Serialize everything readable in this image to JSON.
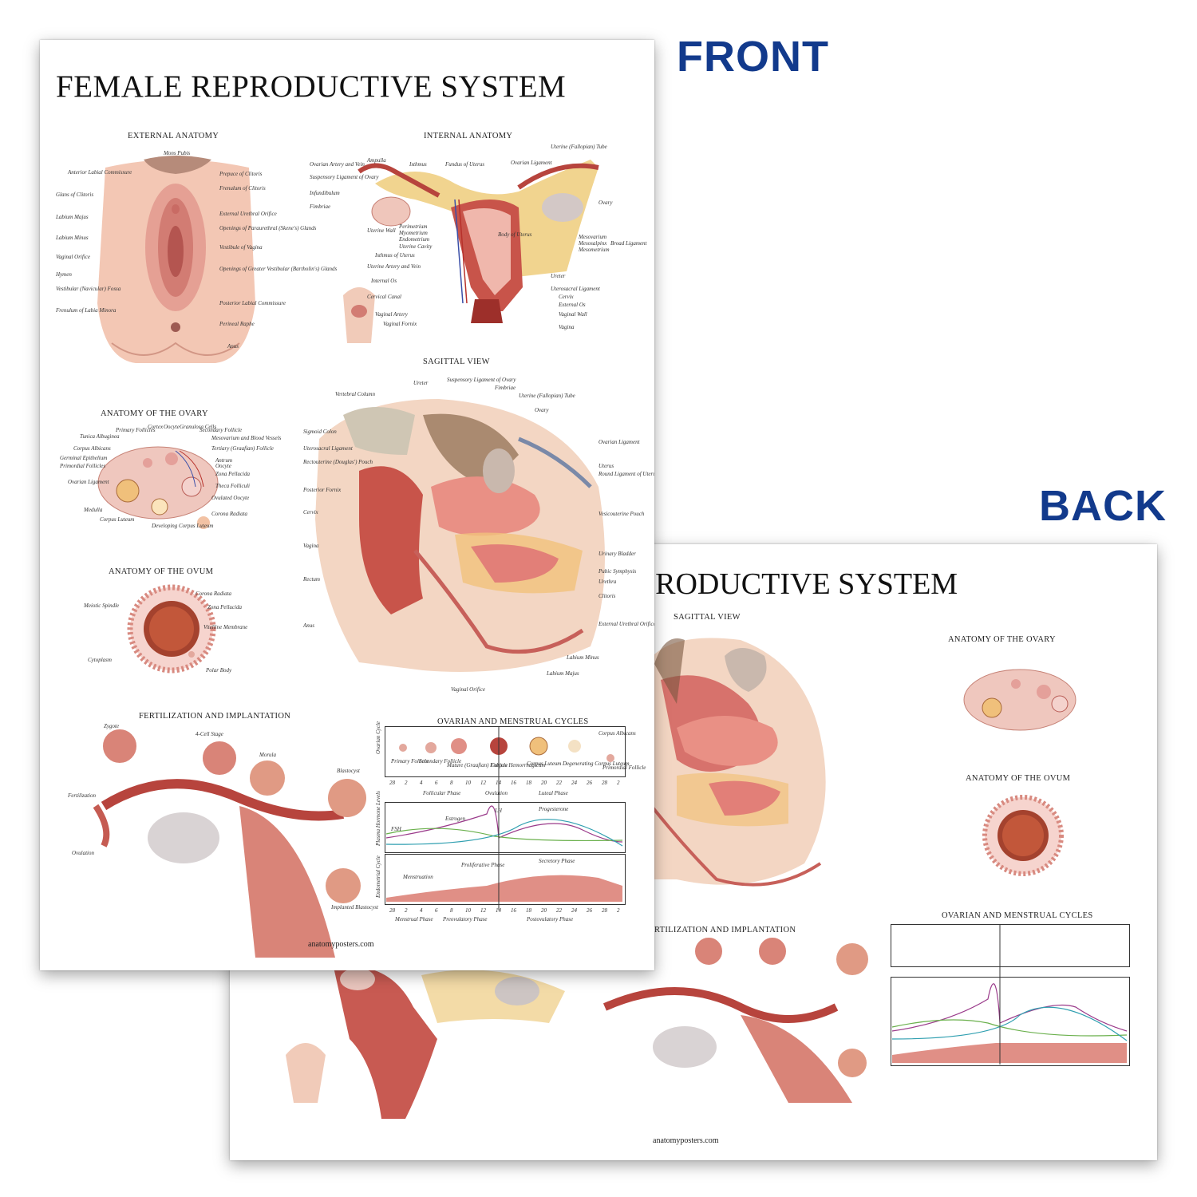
{
  "labels": {
    "front": "FRONT",
    "back": "BACK"
  },
  "front": {
    "title": "FEMALE REPRODUCTIVE SYSTEM",
    "sections": {
      "external": "EXTERNAL ANATOMY",
      "internal": "INTERNAL ANATOMY",
      "ovary": "ANATOMY OF THE OVARY",
      "sagittal": "SAGITTAL VIEW",
      "ovum": "ANATOMY OF THE OVUM",
      "fert": "FERTILIZATION AND IMPLANTATION",
      "cycles": "OVARIAN AND MENSTRUAL CYCLES"
    },
    "external_labels": [
      "Mons Pubis",
      "Anterior Labial Commissure",
      "Prepuce of Clitoris",
      "Frenulum of Clitoris",
      "Glans of Clitoris",
      "Labium Majus",
      "External Urethral Orifice",
      "Openings of Paraurethral (Skene's) Glands",
      "Labium Minus",
      "Vestibule of Vagina",
      "Vaginal Orifice",
      "Hymen",
      "Openings of Greater Vestibular (Bartholin's) Glands",
      "Vestibular (Navicular) Fossa",
      "Posterior Labial Commissure",
      "Frenulum of Labia Minora",
      "Perineal Raphe",
      "Anus"
    ],
    "internal_labels": [
      "Ovarian Artery and Vein",
      "Ampulla",
      "Isthmus",
      "Fundus of Uterus",
      "Uterine (Fallopian) Tube",
      "Ovarian Ligament",
      "Suspensory Ligament of Ovary",
      "Infundibulum",
      "Fimbriae",
      "Body of Uterus",
      "Ovary",
      "Perimetrium",
      "Myometrium",
      "Endometrium",
      "Uterine Wall",
      "Uterine Cavity",
      "Mesovarium",
      "Mesosalpinx",
      "Mesometrium",
      "Broad Ligament",
      "Isthmus of Uterus",
      "Uterine Artery and Vein",
      "Internal Os",
      "Ureter",
      "Uterosacral Ligament",
      "Cervical Canal",
      "Cervix",
      "External Os",
      "Vaginal Artery",
      "Vaginal Wall",
      "Vaginal Fornix",
      "Vagina"
    ],
    "ovary_labels": [
      "Primary Follicles",
      "Cortex",
      "Oocyte",
      "Granulosa Cells",
      "Secondary Follicle",
      "Tunica Albuginea",
      "Mesovarium and Blood Vessels",
      "Corpus Albicans",
      "Tertiary (Graafian) Follicle",
      "Germinal Epithelium",
      "Antrum",
      "Primordial Follicles",
      "Oocyte",
      "Zona Pellucida",
      "Ovarian Ligament",
      "Theca Folliculi",
      "Medulla",
      "Ovulated Oocyte",
      "Corpus Luteum",
      "Corona Radiata",
      "Developing Corpus Luteum"
    ],
    "sagittal_labels": [
      "Suspensory Ligament of Ovary",
      "Ureter",
      "Fimbriae",
      "Vertebral Column",
      "Uterine (Fallopian) Tube",
      "Ovary",
      "Sigmoid Colon",
      "Uterosacral Ligament",
      "Ovarian Ligament",
      "Rectouterine (Douglas') Pouch",
      "Uterus",
      "Round Ligament of Uterus",
      "Posterior Fornix",
      "Vesicouterine Pouch",
      "Cervix",
      "Urinary Bladder",
      "Vagina",
      "Pubic Symphysis",
      "Rectum",
      "Urethra",
      "Clitoris",
      "Anus",
      "External Urethral Orifice",
      "Labium Minus",
      "Vaginal Orifice",
      "Labium Majus"
    ],
    "ovum_labels": [
      "Meiotic Spindle",
      "Corona Radiata",
      "Zona Pellucida",
      "Vitelline Membrane",
      "Cytoplasm",
      "Polar Body"
    ],
    "fert_labels": [
      "Zygote",
      "4-Cell Stage",
      "Morula",
      "Blastocyst",
      "Fertilization",
      "Ovulation",
      "Implanted Blastocyst"
    ],
    "cycle": {
      "ovarian_axis": "Ovarian Cycle",
      "hormone_axis": "Plasma Hormone Levels",
      "endometrial_axis": "Endometrial Cycle",
      "stages": [
        "Primary Follicle",
        "Secondary Follicle",
        "Mature (Graafian) Follicle",
        "Corpus Hemorrhagicum",
        "Corpus Luteum",
        "Degenerating Corpus Luteum",
        "Corpus Albicans",
        "Primordial Follicle"
      ],
      "phases_top": [
        "Follicular Phase",
        "Ovulation",
        "Luteal Phase"
      ],
      "hormones": [
        "LH",
        "FSH",
        "Estrogen",
        "Progesterone"
      ],
      "endo_phases": [
        "Menstruation",
        "Proliferative Phase",
        "Secretory Phase"
      ],
      "phases_bottom": [
        "Menstrual Phase",
        "Preovulatory Phase",
        "Postovulatory Phase"
      ],
      "days": [
        "28",
        "2",
        "4",
        "6",
        "8",
        "10",
        "12",
        "14",
        "16",
        "18",
        "20",
        "22",
        "24",
        "26",
        "28",
        "2"
      ]
    },
    "footer": "anatomyposters.com"
  },
  "back": {
    "title": "PRODUCTIVE SYSTEM",
    "sections": {
      "sagittal": "SAGITTAL VIEW",
      "ovary": "ANATOMY OF THE OVARY",
      "ovum": "ANATOMY OF THE OVUM",
      "fert": "RTILIZATION AND IMPLANTATION",
      "cycles": "OVARIAN AND MENSTRUAL CYCLES"
    },
    "footer": "anatomyposters.com"
  }
}
